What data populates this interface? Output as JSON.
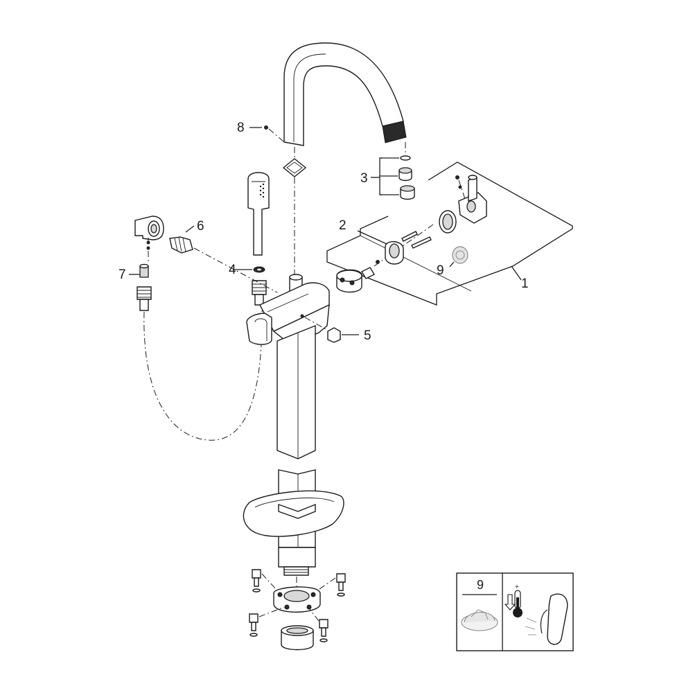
{
  "callouts": {
    "c1": "1",
    "c2": "2",
    "c3": "3",
    "c4": "4",
    "c5": "5",
    "c6": "6",
    "c7": "7",
    "c8": "8",
    "c9": "9"
  },
  "inset": {
    "part_number": "9"
  }
}
